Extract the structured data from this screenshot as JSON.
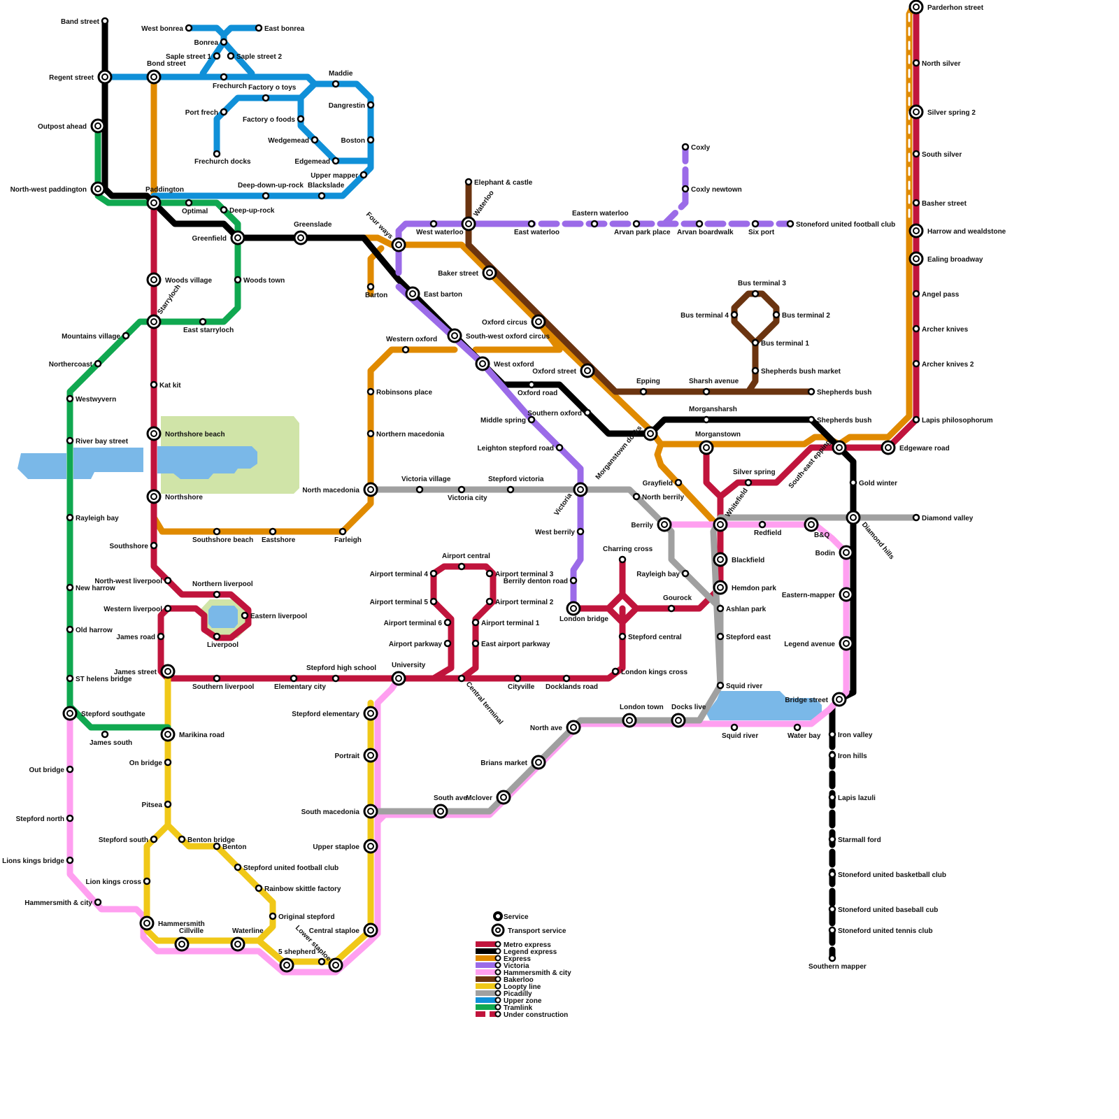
{
  "line_colors": {
    "metro_express": "#c0143c",
    "legend_express": "#000000",
    "express": "#e08a00",
    "victoria": "#9b6be8",
    "hammersmith": "#ff9ff0",
    "bakerloo": "#6b3410",
    "loopty": "#f0c818",
    "picadilly": "#a0a0a0",
    "upper_zone": "#1090d8",
    "tramlink": "#10a850",
    "water": "#7ab8e8",
    "park": "#d0e4a8"
  },
  "stations": {
    "band_street": "Band street",
    "regent_street": "Regent street",
    "outpost_ahead": "Outpost ahead",
    "nw_paddington": "North-west paddington",
    "west_bonrea": "West bonrea",
    "east_bonrea": "East bonrea",
    "bonrea": "Bonrea",
    "saple1": "Saple street 1",
    "saple2": "Saple street 2",
    "bond_street": "Bond street",
    "frechurch": "Frechurch",
    "maddie": "Maddie",
    "factory_toys": "Factory o toys",
    "port_frech": "Port frech",
    "dangrestin": "Dangrestin",
    "factory_foods": "Factory o foods",
    "wedgemead": "Wedgemead",
    "boston": "Boston",
    "edgemead": "Edgemead",
    "frechurch_docks": "Frechurch docks",
    "upper_mapper": "Upper mapper",
    "deep_down": "Deep-down-up-rock",
    "blackslade": "Blackslade",
    "paddington": "Paddington",
    "optimal": "Optimal",
    "deep_up": "Deep-up-rock",
    "greenfield": "Greenfield",
    "greenslade": "Greenslade",
    "four_ways": "Four ways",
    "west_waterloo": "West waterloo",
    "waterloo": "Waterloo",
    "elephant": "Elephant & castle",
    "east_waterloo": "East waterloo",
    "eastern_waterloo": "Eastern waterloo",
    "arvan_park": "Arvan park place",
    "arvan_boardwalk": "Arvan boardwalk",
    "six_port": "Six port",
    "stoneford_fc": "Stoneford united football club",
    "coxly": "Coxly",
    "coxly_newtown": "Coxly newtown",
    "barton": "Barton",
    "east_barton": "East barton",
    "baker_street": "Baker street",
    "woods_village": "Woods village",
    "woods_town": "Woods town",
    "starryloch": "Starryloch",
    "east_starryloch": "East starryloch",
    "mountains_village": "Mountains village",
    "northercoast": "Northercoast",
    "westwyvern": "Westwyvern",
    "river_bay": "River bay street",
    "kat_kit": "Kat kit",
    "northshore_beach": "Northshore beach",
    "northshore": "Northshore",
    "western_oxford": "Western oxford",
    "oxford_circus": "Oxford circus",
    "sw_oxford": "South-west oxford circus",
    "west_oxford": "West oxford",
    "oxford_street": "Oxford street",
    "oxford_road": "Oxford road",
    "robinsons": "Robinsons place",
    "northern_macedonia": "Northern macedonia",
    "southern_oxford": "Southern oxford",
    "middle_spring": "Middle spring",
    "leighton": "Leighton stepford road",
    "bus1": "Bus terminal 1",
    "bus2": "Bus terminal 2",
    "bus3": "Bus terminal 3",
    "bus4": "Bus terminal 4",
    "shepherds_market": "Shepherds bush market",
    "epping": "Epping",
    "sharsh": "Sharsh avenue",
    "shepherds_bush": "Shepherds bush",
    "morgansharsh": "Morgansharsh",
    "shepherds_bush2": "Shepherds bush",
    "morganstown": "Morganstown",
    "morganstown_docks": "Morganstown docks",
    "se_epping": "South-east epping",
    "edgeware": "Edgeware road",
    "gold_winter": "Gold winter",
    "diamond_valley": "Diamond valley",
    "diamond_hills": "Diamond hills",
    "parderhon": "Parderhon street",
    "north_silver": "North silver",
    "silver_spring2": "Silver spring 2",
    "south_silver": "South silver",
    "basher": "Basher street",
    "harrow": "Harrow and wealdstone",
    "ealing": "Ealing broadway",
    "angel": "Angel pass",
    "archer": "Archer knives",
    "archer2": "Archer knives 2",
    "lapis_phil": "Lapis philosophorum",
    "victoria_village": "Victoria village",
    "victoria_city": "Victoria city",
    "stepford_victoria": "Stepford victoria",
    "north_macedonia": "North macedonia",
    "victoria": "Victoria",
    "grayfield": "Grayfield",
    "north_berrily": "North berrily",
    "silver_spring": "Silver spring",
    "berrily": "Berrily",
    "whitefield": "Whitefield",
    "redfield": "Redfield",
    "bq": "B&Q",
    "bodin": "Bodin",
    "blackfield": "Blackfield",
    "hemdon": "Hemdon park",
    "ashlan": "Ashlan park",
    "eastern_mapper": "Eastern-mapper",
    "legend_avenue": "Legend avenue",
    "stepford_east": "Stepford east",
    "squid_river_n": "Squid river",
    "bridge_street": "Bridge street",
    "squid_river": "Squid river",
    "water_bay": "Water bay",
    "iron_valley": "Iron valley",
    "iron_hills": "Iron hills",
    "lapis_lazuli": "Lapis lazuli",
    "starmall": "Starmall ford",
    "sufbb": "Stoneford united basketball club",
    "sufbase": "Stoneford united baseball cub",
    "suftennis": "Stoneford united tennis club",
    "southern_mapper": "Southern mapper",
    "southshore_beach": "Southshore beach",
    "eastshore": "Eastshore",
    "farleigh": "Farleigh",
    "southshore": "Southshore",
    "nw_liverpool": "North-west liverpool",
    "new_harrow": "New harrow",
    "northern_liverpool": "Northern liverpool",
    "western_liverpool": "Western liverpool",
    "eastern_liverpool": "Eastern liverpool",
    "james_road": "James road",
    "liverpool": "Liverpool",
    "old_harrow": "Old harrow",
    "rayleigh_bay": "Rayleigh bay",
    "james_street": "James street",
    "st_helens": "ST helens bridge",
    "southern_liverpool": "Southern liverpool",
    "elementary_city": "Elementary city",
    "stepford_high": "Stepford high school",
    "university": "University",
    "airport_central": "Airport central",
    "at4": "Airport terminal 4",
    "at3": "Airport terminal 3",
    "berrily_denton": "Berrily denton road",
    "at5": "Airport terminal 5",
    "at2": "Airport terminal 2",
    "at6": "Airport terminal 6",
    "at1": "Airport terminal 1",
    "airport_parkway": "Airport parkway",
    "east_airport": "East airport parkway",
    "central_terminal": "Central terminal",
    "cityville": "Cityville",
    "docklands": "Docklands road",
    "charring": "Charring cross",
    "rayleigh_bay2": "Rayleigh bay",
    "gourock": "Gourock",
    "london_bridge": "London bridge",
    "west_berrily": "West berrily",
    "stepford_central": "Stepford central",
    "london_kings": "London kings cross",
    "stepford_southgate": "Stepford southgate",
    "james_south": "James south",
    "marikina": "Marikina road",
    "stepford_elementary": "Stepford elementary",
    "portrait": "Portrait",
    "north_ave": "North ave",
    "london_town": "London town",
    "docks_live": "Docks live",
    "out_bridge": "Out bridge",
    "on_bridge": "On bridge",
    "brians": "Brians market",
    "pitsea": "Pitsea",
    "mclover": "Mclover",
    "south_ave": "South ave",
    "south_macedonia": "South macedonia",
    "stepford_north": "Stepford north",
    "stepford_south": "Stepford south",
    "benton_bridge": "Benton bridge",
    "benton": "Benton",
    "upper_staploe": "Upper staploe",
    "suffc2": "Stepford united football club",
    "lions_kings": "Lions kings bridge",
    "lion_kings_cross": "Lion kings cross",
    "rainbow": "Rainbow skittle factory",
    "hammersmith_city": "Hammersmith & city",
    "original_stepford": "Original stepford",
    "hammersmith": "Hammersmith",
    "cillville": "Cillville",
    "waterline": "Waterline",
    "lower_staploe": "Lower staploe",
    "central_staploe": "Central staploe",
    "five_shepherd": "5 shepherd"
  },
  "legend": {
    "service": "Service",
    "transport_service": "Transport service",
    "items": [
      {
        "label": "Metro express",
        "color": "#c0143c"
      },
      {
        "label": "Legend express",
        "color": "#000000"
      },
      {
        "label": "Express",
        "color": "#e08a00"
      },
      {
        "label": "Victoria",
        "color": "#9b6be8"
      },
      {
        "label": "Hammersmith & city",
        "color": "#ff9ff0"
      },
      {
        "label": "Bakerloo",
        "color": "#6b3410"
      },
      {
        "label": "Loopty line",
        "color": "#f0c818"
      },
      {
        "label": "Picadilly",
        "color": "#a0a0a0"
      },
      {
        "label": "Upper zone",
        "color": "#1090d8"
      },
      {
        "label": "Tramlink",
        "color": "#10a850"
      },
      {
        "label": "Under construction",
        "color": "#c0143c"
      }
    ]
  }
}
